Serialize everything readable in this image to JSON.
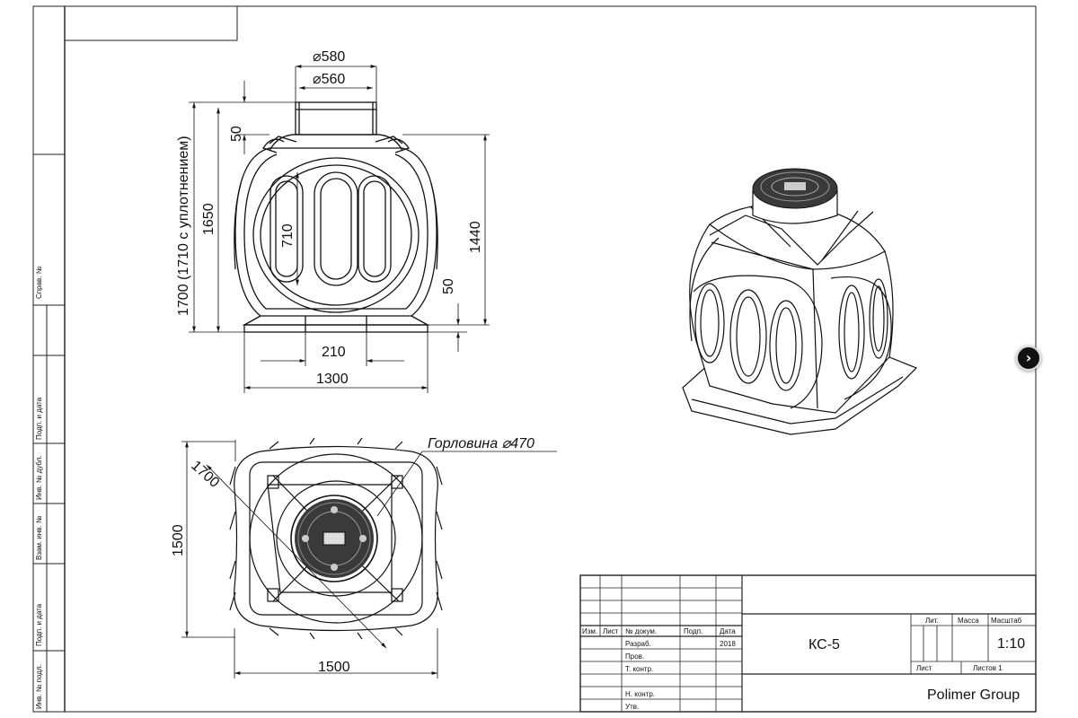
{
  "front_view": {
    "dia_outer": "⌀580",
    "dia_inner": "⌀560",
    "dim_top": "50",
    "dim_height_total": "1700 (1710 с уплотнением)",
    "dim_1650": "1650",
    "dim_710": "710",
    "dim_1440": "1440",
    "dim_base": "50",
    "dim_210": "210",
    "dim_width": "1300"
  },
  "plan_view": {
    "neck_label": "Горловина ⌀470",
    "dim_diag": "1700",
    "dim_height": "1500",
    "dim_width": "1500"
  },
  "side_stamp": {
    "sprav": "Справ. №",
    "podp_data_1": "Подп. и дата",
    "inv_dubl": "Инв. № дубл.",
    "vzam_inv": "Взам. инв. №",
    "podp_data_2": "Подп. и дата",
    "inv_podl": "Инв. № подл."
  },
  "title_block": {
    "izm": "Изм.",
    "list": "Лист",
    "doc_no": "№ докум.",
    "podp": "Подп.",
    "date": "Дата",
    "razrab": "Разраб.",
    "year": "2018",
    "prov": "Пров.",
    "t_kontr": "Т. контр.",
    "n_kontr": "Н. контр.",
    "utv": "Утв.",
    "designation": "КС-5",
    "lit": "Лит.",
    "massa": "Масса",
    "masshtab": "Масштаб",
    "scale": "1:10",
    "list2": "Лист",
    "listov": "Листов 1",
    "company": "Polimer Group"
  },
  "nav": {
    "icon": "chevron-right-icon"
  }
}
